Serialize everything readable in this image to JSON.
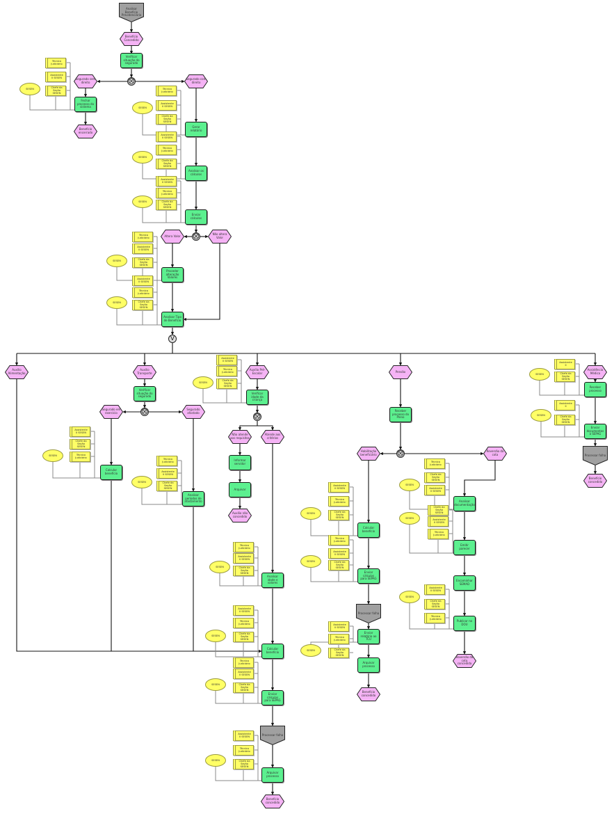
{
  "roles": {
    "t": "Técnico Judiciário",
    "a": "Assistente II SESEN",
    "c": "Chefe da Seção SESEN",
    "d": "Assistente II",
    "org": "SESEN"
  },
  "connectors": {
    "xor": "⨂",
    "or": "V"
  },
  "nodes": {
    "p1": "Analisar Benefício Previdenciário",
    "e1": "Benefício Concedido",
    "f1": "Verificar situação do segurado",
    "e_sem": "Segurado sem direito",
    "e_com": "Segurado com direito",
    "f_fechar": "Fechar processo do sistema",
    "e_enc": "Benefício encerrado",
    "f_rel": "Gerar relatório",
    "f_anal": "Analisar os cálculos",
    "f_env": "Enviar cálculos",
    "e_alt": "Altera Valor",
    "e_nalt": "Não altera Valor",
    "f_proc": "Proceder alteração Valores",
    "f_tipo": "Analisar Tipo de Benefício",
    "e_b1": "Auxílio Alimentação",
    "e_b2": "Auxílio Transporte",
    "e_b3": "Auxílio Pré-Escolar",
    "e_b4": "Pensão",
    "e_b5": "Assistência Médica",
    "f_b2ver": "Verificar situação do segurado",
    "e_b2ex": "Segurado em exercício",
    "e_b2af": "Segurado afastado",
    "f_b2calc": "Calcular benefício",
    "f_b2per": "Analisar períodos de afastamento",
    "f_b3ver": "Verificar idade da criança",
    "e_b3nao": "Não atende aos requisitos",
    "e_b3sim": "Atende aos critérios",
    "f_b3inf": "Informar servidor",
    "f_b3arq": "Arquivar",
    "e_b3nc": "Auxílio não concedido",
    "f_b3an": "Analisar idade e valores",
    "f_calc": "Calcular benefício",
    "f_sepag": "Enviar cálculos para SEPAG",
    "p_folha": "Processar folha",
    "f_arq": "Arquivar processo",
    "e_conc": "Benefício concedido",
    "f_b4rec": "Receber processo do Pleno",
    "e_b4hab": "Habilitação beneficiário",
    "e_b4rev": "Reversão da cota",
    "f_b4calc": "Calcular benefício",
    "f_b4env": "Enviar cálculos para SEPAG",
    "p_b4folha": "Processar folha",
    "f_b4tcu": "Enviar relatório ao TCU",
    "f_b4arq": "Arquivar processo",
    "e_b4conc": "Benefício concedido",
    "f_b4doc": "Analisar documentação",
    "f_b4par": "Emitir parecer",
    "f_b4sem": "Encaminhar SEMAD",
    "f_b4pub": "Publicar no DOU",
    "e_b4rc": "Reversão da cota concedida",
    "f_b5rec": "Receber processo",
    "f_b5env": "Enviar documentos à SEPAG",
    "p_b5folha": "Processar folha",
    "e_b5conc": "Benefício concedido"
  },
  "colors": {
    "function": "#5cf08f",
    "event": "#f5b3f5",
    "role": "#ffff66",
    "interface": "#a0a0a0"
  }
}
